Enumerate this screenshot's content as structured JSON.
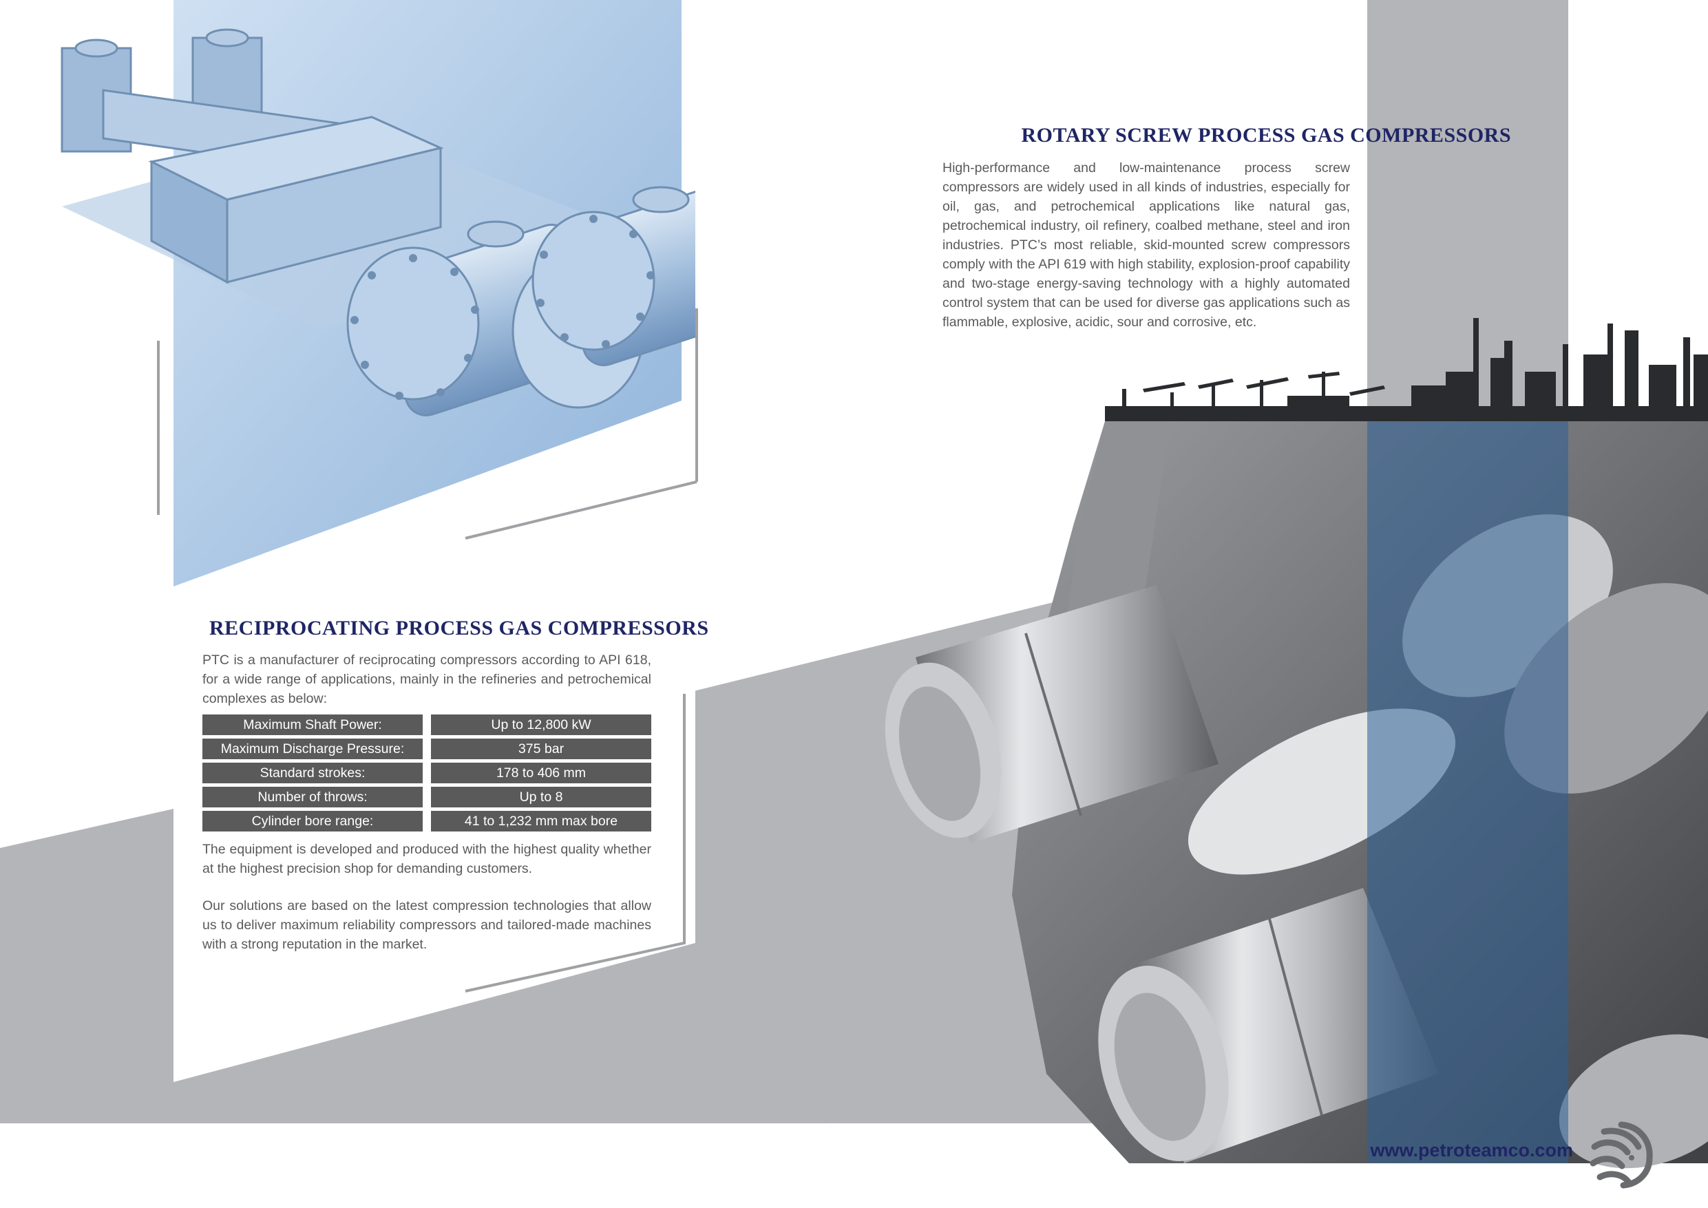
{
  "rotary": {
    "title": "ROTARY SCREW PROCESS GAS COMPRESSORS",
    "body": "High-performance and low-maintenance process screw compressors are widely used in all kinds of industries, especially for oil, gas, and petrochemical applications like natural gas, petrochemical industry, oil refinery, coalbed methane, steel and iron industries. PTC’s most reliable, skid-mounted screw compressors comply with the API 619 with high stability, explosion-proof capability and two-stage energy-saving technology with a highly automated control system that can be used for diverse gas applications such as flammable, explosive, acidic, sour and corrosive, etc."
  },
  "reciprocating": {
    "title": "RECIPROCATING PROCESS GAS COMPRESSORS",
    "intro": "PTC is a manufacturer of reciprocating compressors according to API 618, for a wide range of applications, mainly in the refineries and petrochemical complexes as below:",
    "specs": [
      {
        "label": "Maximum Shaft Power:",
        "value": "Up to 12,800 kW"
      },
      {
        "label": "Maximum Discharge Pressure:",
        "value": "375 bar"
      },
      {
        "label": "Standard strokes:",
        "value": "178 to 406 mm"
      },
      {
        "label": "Number of throws:",
        "value": "Up to 8"
      },
      {
        "label": "Cylinder bore range:",
        "value": "41 to 1,232 mm max bore"
      }
    ],
    "para2": "The equipment is developed and produced with the highest quality whether at the highest precision shop for demanding customers.",
    "para3": "Our solutions are based on the latest compression technologies that allow us to deliver maximum reliability compressors and tailored-made machines with a strong reputation in the market."
  },
  "footer": {
    "website": "www.petroteamco.com"
  },
  "icons": [
    "compressor-image",
    "screw-rotor-image",
    "refinery-skyline",
    "lion-logo-icon"
  ],
  "colors": {
    "navy": "#1f2565",
    "gray_band": "#b4b5b8",
    "cell_gray": "#5a5a5a",
    "blue_image": "#a8c4e2",
    "blue_strip": "rgba(45,95,150,0.55)"
  }
}
